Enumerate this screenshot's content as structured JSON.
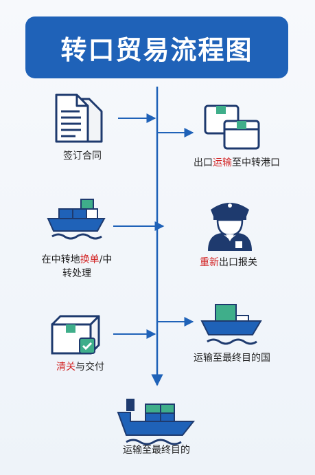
{
  "title": "转口贸易流程图",
  "steps": {
    "sign_contract": "签订合同",
    "transport_to_port": {
      "prefix": "出口",
      "red": "运输",
      "suffix": "至中转港口"
    },
    "transship": {
      "prefix": "在中转地",
      "red": "换单",
      "suffix": "/中",
      "line2": "转处理"
    },
    "reexport": {
      "red": "重新",
      "suffix": "出口报关"
    },
    "clearance": {
      "red": "清关",
      "suffix": "与交付"
    },
    "to_destination_country": "运输至最终目的国",
    "to_destination": "运输至最终目的"
  },
  "colors": {
    "primary": "#1f62b8",
    "navy": "#1e3a6e",
    "green": "#3fae8a",
    "warn": "#d22222"
  }
}
